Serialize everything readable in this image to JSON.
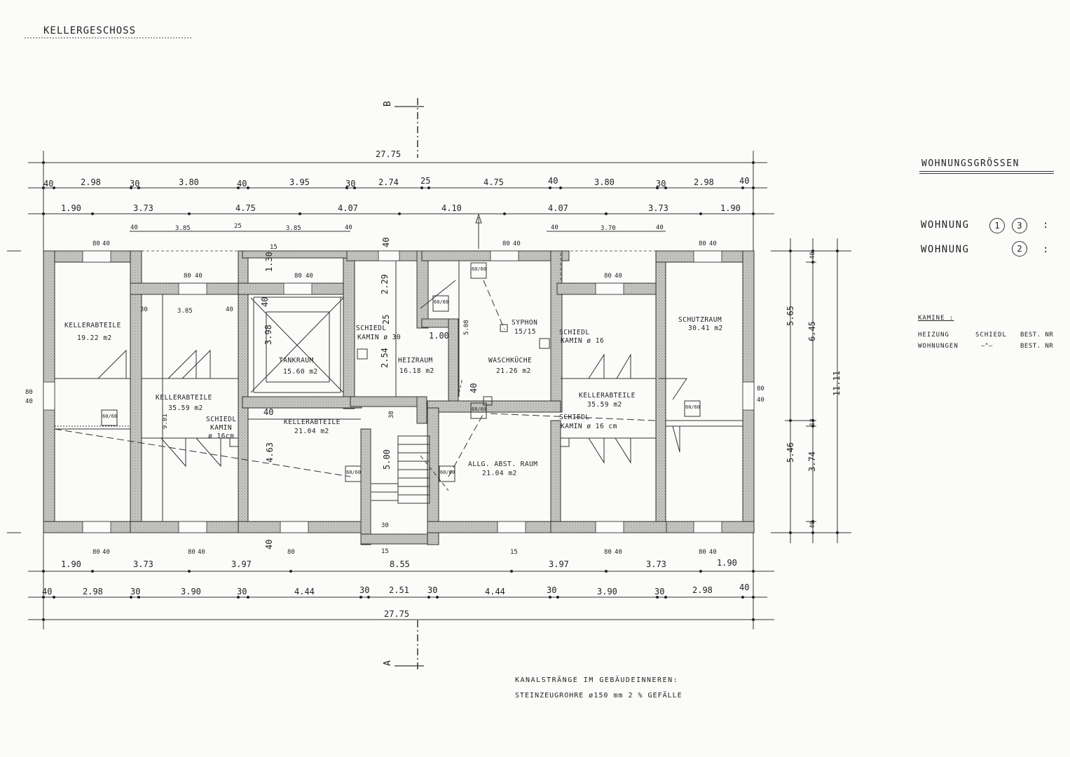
{
  "sheet_title": "KELLERGESCHOSS",
  "section_b": "B",
  "section_a": "A",
  "dims": {
    "total": "27.75",
    "top_row1": [
      "40",
      "2.98",
      "30",
      "3.80",
      "40",
      "3.95",
      "30",
      "2.74",
      "25",
      "4.75",
      "40",
      "3.80",
      "30",
      "2.98",
      "40"
    ],
    "top_row2": [
      "1.90",
      "3.73",
      "4.75",
      "4.07",
      "4.10",
      "4.07",
      "3.73",
      "1.90"
    ],
    "top_row3": [
      "40",
      "3.85",
      "25",
      "3.85",
      "40",
      "40",
      "3.70",
      "40"
    ],
    "bottom_row1": [
      "1.90",
      "3.73",
      "3.97",
      "8.55",
      "3.97",
      "3.73",
      "1.90"
    ],
    "bottom_row2": [
      "40",
      "2.98",
      "30",
      "3.90",
      "30",
      "4.44",
      "30",
      "2.51",
      "30",
      "4.44",
      "30",
      "3.90",
      "30",
      "2.98",
      "40"
    ],
    "right": [
      "40",
      "5.65",
      "6.45",
      "11.11",
      "12",
      "5.46",
      "3.74",
      "40"
    ],
    "interior": [
      "1.30",
      "15",
      "40",
      "40",
      "2.29",
      "25",
      "2.54",
      "1.00",
      "5.08",
      "40",
      "30",
      "3.85",
      "40",
      "3.98",
      "80",
      "40",
      "9.01",
      "4.63",
      "40",
      "38",
      "5.00",
      "30",
      "15",
      "80",
      "80",
      "80",
      "80",
      "80",
      "80",
      "80",
      "80",
      "80",
      "80",
      "80",
      "80",
      "40",
      "40",
      "40",
      "40",
      "40",
      "40",
      "40",
      "40",
      "40",
      "40",
      "40",
      "40",
      "40",
      "40",
      "40",
      "40",
      "40",
      "40",
      "40",
      "40",
      "40",
      "40",
      "40",
      "40",
      "40",
      "40",
      "40"
    ]
  },
  "rooms": {
    "r1_name": "KELLERABTEILE",
    "r1_area": "19.22 m2",
    "r2_name": "KELLERABTEILE",
    "r2_area": "35.59 m2",
    "r3_name": "TANKRAUM",
    "r3_area": "15.60 m2",
    "r4_name": "HEIZRAUM",
    "r4_area": "16.18 m2",
    "r5_name": "WASCHKÜCHE",
    "r5_area": "21.26 m2",
    "r6_name": "KELLERABTEILE",
    "r6_area": "35.59 m2",
    "r7_name": "SCHUTZRAUM",
    "r7_area": "30.41 m2",
    "r8_name": "KELLERABTEILE",
    "r8_area": "21.04 m2",
    "r9_name": "ALLG. ABST. RAUM",
    "r9_area": "21.04 m2",
    "syphon": "SYPHON",
    "syphon_size": "15/15",
    "kamin1a": "SCHIEDL",
    "kamin1b": "KAMIN ø 30",
    "kamin2a": "SCHIEDL",
    "kamin2b": "KAMIN ø 16",
    "kamin3a": "SCHIEDL",
    "kamin3b": "KAMIN",
    "kamin3c": "ø 16cm",
    "kamin4a": "SCHIEDL",
    "kamin4b": "KAMIN ø 16 cm",
    "box": "60/60"
  },
  "notes": {
    "line1": "KANALSTRÄNGE IM GEBÄUDEINNEREN:",
    "line2": "STEINZEUGROHRE ø150 mm   2 % GEFÄLLE"
  },
  "sidebar": {
    "title": "WOHNUNGSGRÖSSEN",
    "w1_label": "WOHNUNG",
    "w1_num_a": "1",
    "w1_num_b": "3",
    "w1_colon": ":",
    "w2_label": "WOHNUNG",
    "w2_num": "2",
    "w2_colon": ":",
    "kamine": "KAMINE :",
    "k1_a": "HEIZUNG",
    "k1_b": "SCHIEDL",
    "k1_c": "BEST. NR",
    "k2_a": "WOHNUNGEN",
    "k2_b": "—\"—",
    "k2_c": "BEST. NR"
  }
}
